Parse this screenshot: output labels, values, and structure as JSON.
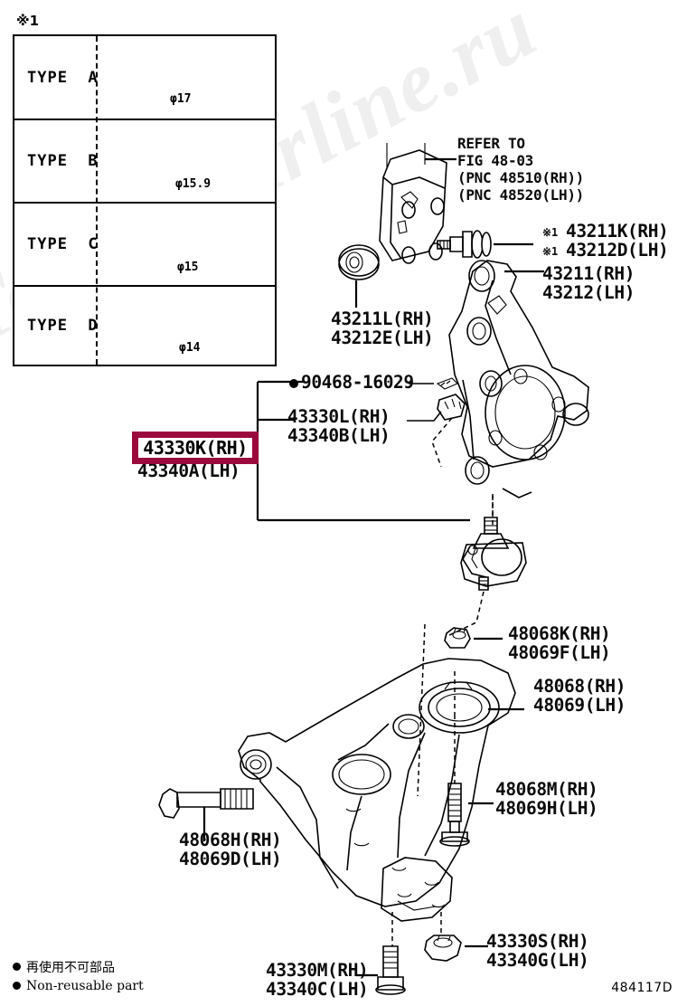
{
  "figure": {
    "code": "484117D",
    "note_marker": "※1",
    "watermark": "ToyotaCarline.ru"
  },
  "bolt_table": {
    "rows": [
      {
        "type": "TYPE  A",
        "diameter": "φ17"
      },
      {
        "type": "TYPE  B",
        "diameter": "φ15.9"
      },
      {
        "type": "TYPE  C",
        "diameter": "φ15"
      },
      {
        "type": "TYPE  D",
        "diameter": "φ14"
      }
    ]
  },
  "callouts": {
    "refer": {
      "line1": "REFER TO",
      "line2": "FIG 48-03",
      "line3": "(PNC 48510(RH))",
      "line4": "(PNC 48520(LH))"
    },
    "knuckle_bolt": {
      "marker1": "※1",
      "rh": "43211K(RH)",
      "marker2": "※1",
      "lh": "43212D(LH)"
    },
    "upper_arm": {
      "rh": "43211(RH)",
      "lh": "43212(LH)"
    },
    "upper_nut": {
      "rh": "43211L(RH)",
      "lh": "43212E(LH)"
    },
    "clip": {
      "number": "90468-16029",
      "non_reusable": true
    },
    "dust_cover": {
      "rh": "43330L(RH)",
      "lh": "43340B(LH)"
    },
    "ball_joint": {
      "rh": "43330K(RH)",
      "lh": "43340A(LH)",
      "highlighted": true
    },
    "lower_arm_nut": {
      "rh": "48068K(RH)",
      "lh": "48069F(LH)"
    },
    "lower_arm": {
      "rh": "48068(RH)",
      "lh": "48069(LH)"
    },
    "lower_arm_bolt_rear": {
      "rh": "48068M(RH)",
      "lh": "48069H(LH)"
    },
    "lower_arm_bolt_front": {
      "rh": "48068H(RH)",
      "lh": "48069D(LH)"
    },
    "ball_joint_bolt": {
      "rh": "43330M(RH)",
      "lh": "43340C(LH)"
    },
    "ball_joint_nut": {
      "rh": "43330S(RH)",
      "lh": "43340G(LH)"
    }
  },
  "legend": {
    "japanese": "再使用不可部品",
    "english": "Non-reusable part"
  },
  "colors": {
    "highlight": "#9b0a3c",
    "ink": "#000000",
    "watermark": "#efefef"
  }
}
